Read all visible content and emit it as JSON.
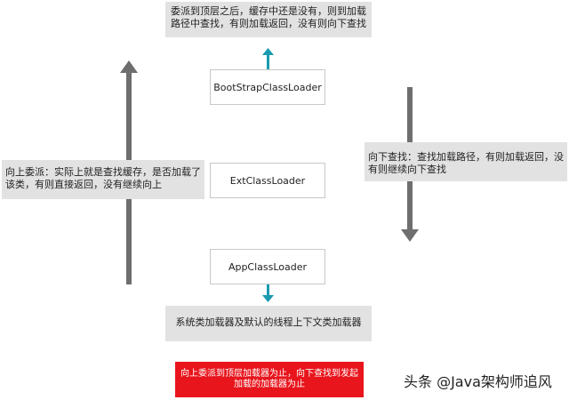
{
  "notes": {
    "top": "委派到顶层之后，缓存中还是没有，则到加载路径中查找，有则加载返回，没有则向下查找",
    "left": "向上委派：实际上就是查找缓存，是否加载了该类，有则直接返回，没有继续向上",
    "right": "向下查找：查找加载路径，有则加载返回，没有则继续向下查找",
    "bottom": "系统类加载器及默认的线程上下文类加载器"
  },
  "loaders": {
    "bootstrap": "BootStrapClassLoader",
    "ext": "ExtClassLoader",
    "app": "AppClassLoader"
  },
  "red_box": "向上委派到顶层加载器为止，向下查找到发起加载的加载器为止",
  "watermark": "头条 @Java架构师追风",
  "colors": {
    "note_bg": "#e2e2e2",
    "teal_arrow": "#1a9bb0",
    "gray_arrow": "#6e6e6e",
    "red_box": "#e8151c"
  }
}
